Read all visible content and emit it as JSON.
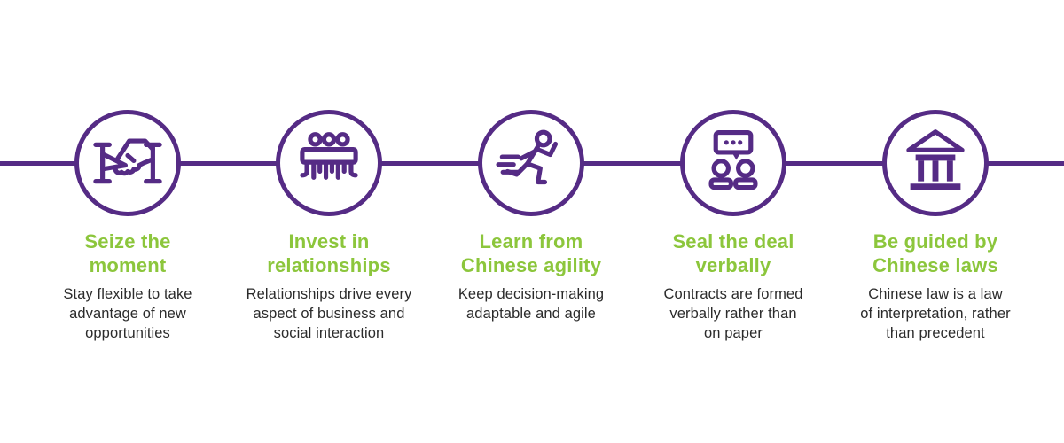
{
  "colors": {
    "purple": "#552b85",
    "green": "#8cc63c",
    "text": "#2b2b2b",
    "background": "#ffffff"
  },
  "timeline": {
    "connector": "horizontal-purple-line"
  },
  "steps": [
    {
      "icon": "handshake-icon",
      "title": "Seize the\nmoment",
      "description": "Stay flexible to take\nadvantage of new\nopportunities"
    },
    {
      "icon": "team-table-icon",
      "title": "Invest in\nrelationships",
      "description": "Relationships drive every\naspect of business and\nsocial interaction"
    },
    {
      "icon": "runner-icon",
      "title": "Learn from\nChinese agility",
      "description": "Keep decision-making\nadaptable and agile"
    },
    {
      "icon": "speech-bubble-people-icon",
      "title": "Seal the deal\nverbally",
      "description": "Contracts are formed\nverbally rather than\non paper"
    },
    {
      "icon": "bank-building-icon",
      "title": "Be guided by\nChinese laws",
      "description": "Chinese law is a law\nof interpretation, rather\nthan precedent"
    }
  ]
}
